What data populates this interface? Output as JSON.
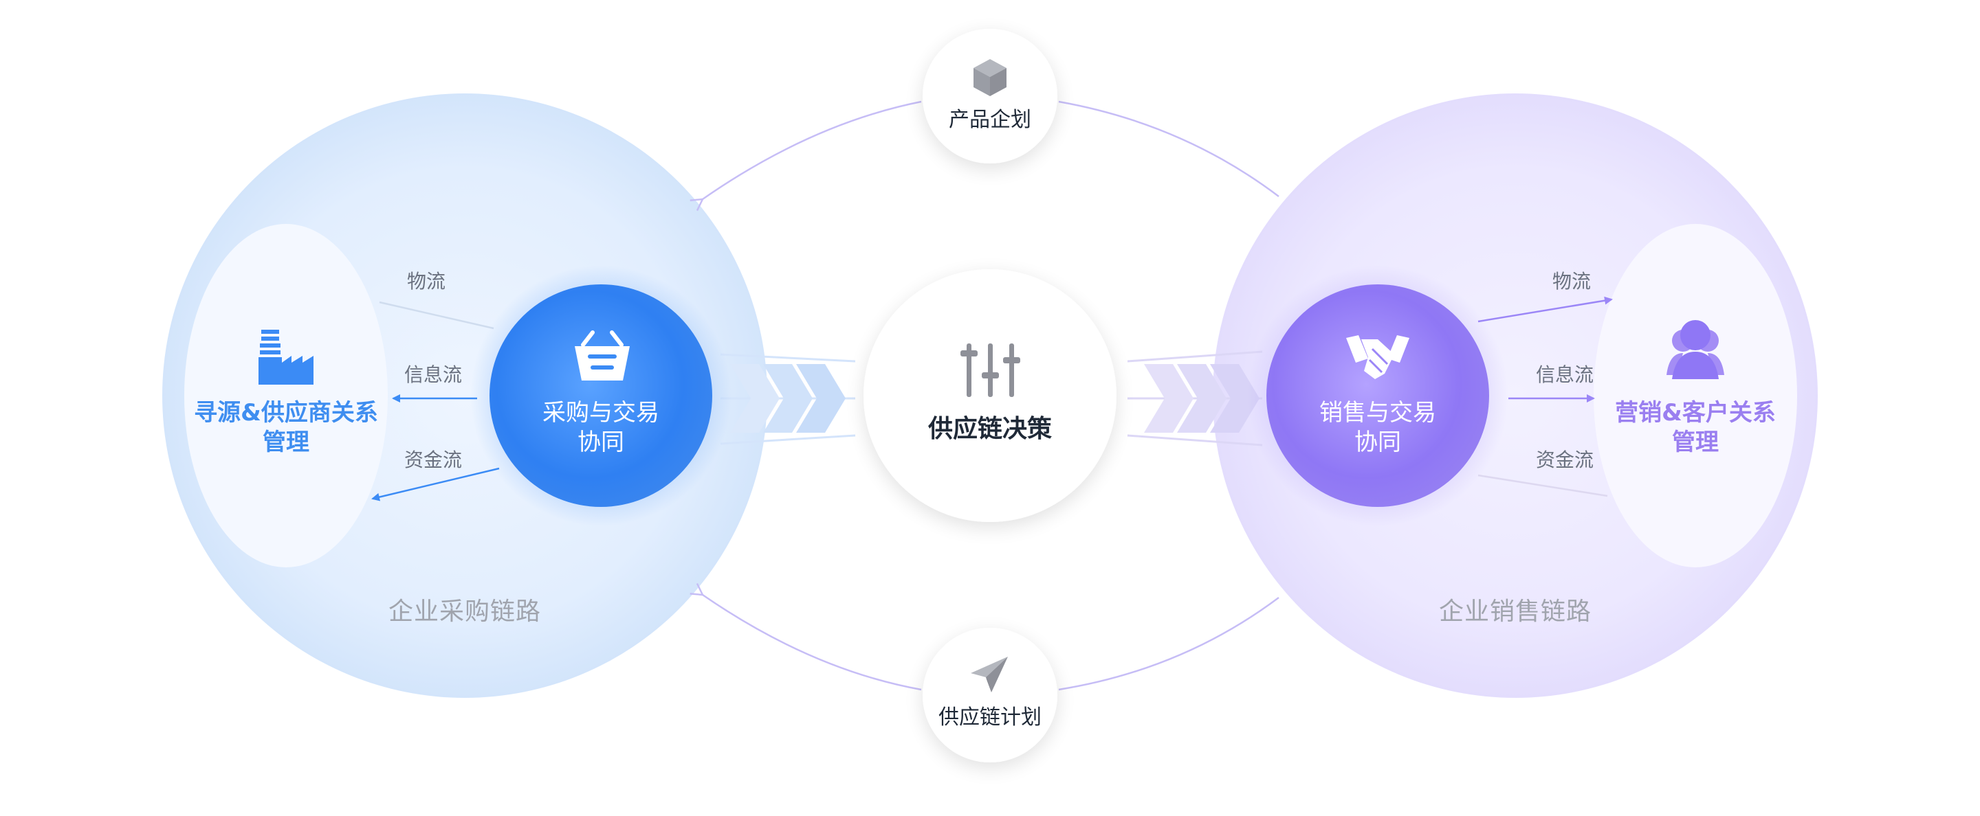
{
  "center": {
    "label": "供应链决策",
    "icon": "sliders-icon"
  },
  "top_node": {
    "label": "产品企划",
    "icon": "box-icon"
  },
  "bottom_node": {
    "label": "供应链计划",
    "icon": "paper-plane-icon"
  },
  "left": {
    "hub_line1": "采购与交易",
    "hub_line2": "协同",
    "hub_icon": "shopping-basket-icon",
    "side_line1": "寻源&供应商关系",
    "side_line2": "管理",
    "side_icon": "factory-icon",
    "chain_label": "企业采购链路",
    "flows": {
      "logistics": "物流",
      "information": "信息流",
      "capital": "资金流"
    }
  },
  "right": {
    "hub_line1": "销售与交易",
    "hub_line2": "协同",
    "hub_icon": "handshake-icon",
    "side_line1": "营销&客户关系",
    "side_line2": "管理",
    "side_icon": "users-icon",
    "chain_label": "企业销售链路",
    "flows": {
      "logistics": "物流",
      "information": "信息流",
      "capital": "资金流"
    }
  },
  "colors": {
    "blue_accent": "#3b8bf5",
    "blue_text": "#3f8ef0",
    "purple_accent": "#9b86f7",
    "purple_text": "#9a7ff0",
    "neutral_icon": "#8e9098"
  }
}
